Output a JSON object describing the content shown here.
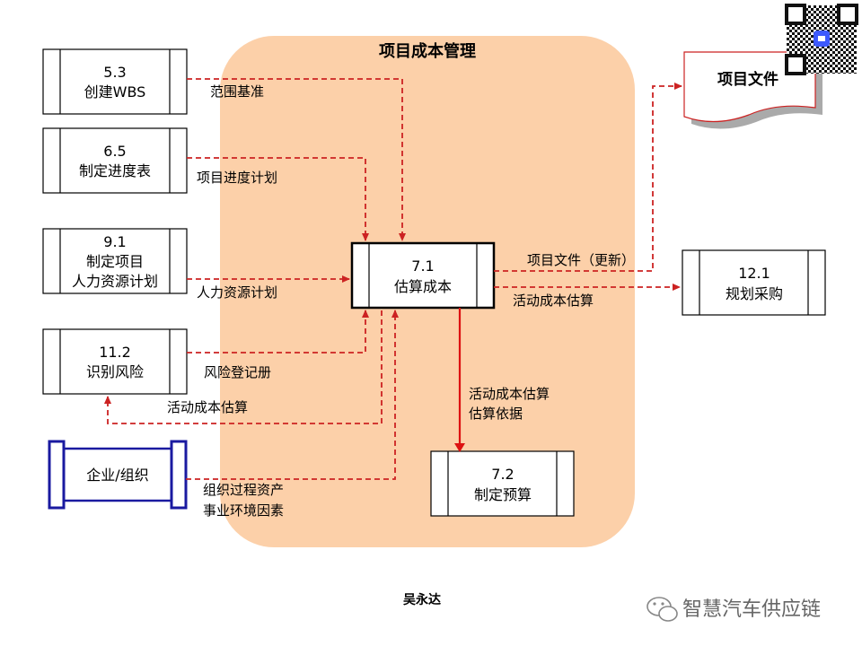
{
  "title": "项目成本管理",
  "colors": {
    "region": "#fbc89a",
    "arrow": "#cc2222",
    "org_border": "#1a1aa0"
  },
  "inputs": [
    {
      "id": "5.3",
      "name": "创建WBS",
      "output": "范围基准"
    },
    {
      "id": "6.5",
      "name": "制定进度表",
      "output": "项目进度计划"
    },
    {
      "id": "9.1",
      "name_lines": [
        "制定项目",
        "人力资源计划"
      ],
      "output": "人力资源计划"
    },
    {
      "id": "11.2",
      "name": "识别风险",
      "output": "风险登记册",
      "feedback": "活动成本估算"
    }
  ],
  "org": {
    "label": "企业/组织",
    "outputs": [
      "组织过程资产",
      "事业环境因素"
    ]
  },
  "center": {
    "id": "7.1",
    "name": "估算成本"
  },
  "project_docs": {
    "label": "项目文件",
    "edge_label": "项目文件（更新）"
  },
  "procure": {
    "id": "12.1",
    "name": "规划采购",
    "edge_label": "活动成本估算"
  },
  "budget": {
    "id": "7.2",
    "name": "制定预算",
    "edge_labels": [
      "活动成本估算",
      "估算依据"
    ]
  },
  "footer": {
    "author": "吴永达",
    "brand": "智慧汽车供应链",
    "qr_icon": "qr-code-icon",
    "brand_icon": "wechat-icon"
  }
}
